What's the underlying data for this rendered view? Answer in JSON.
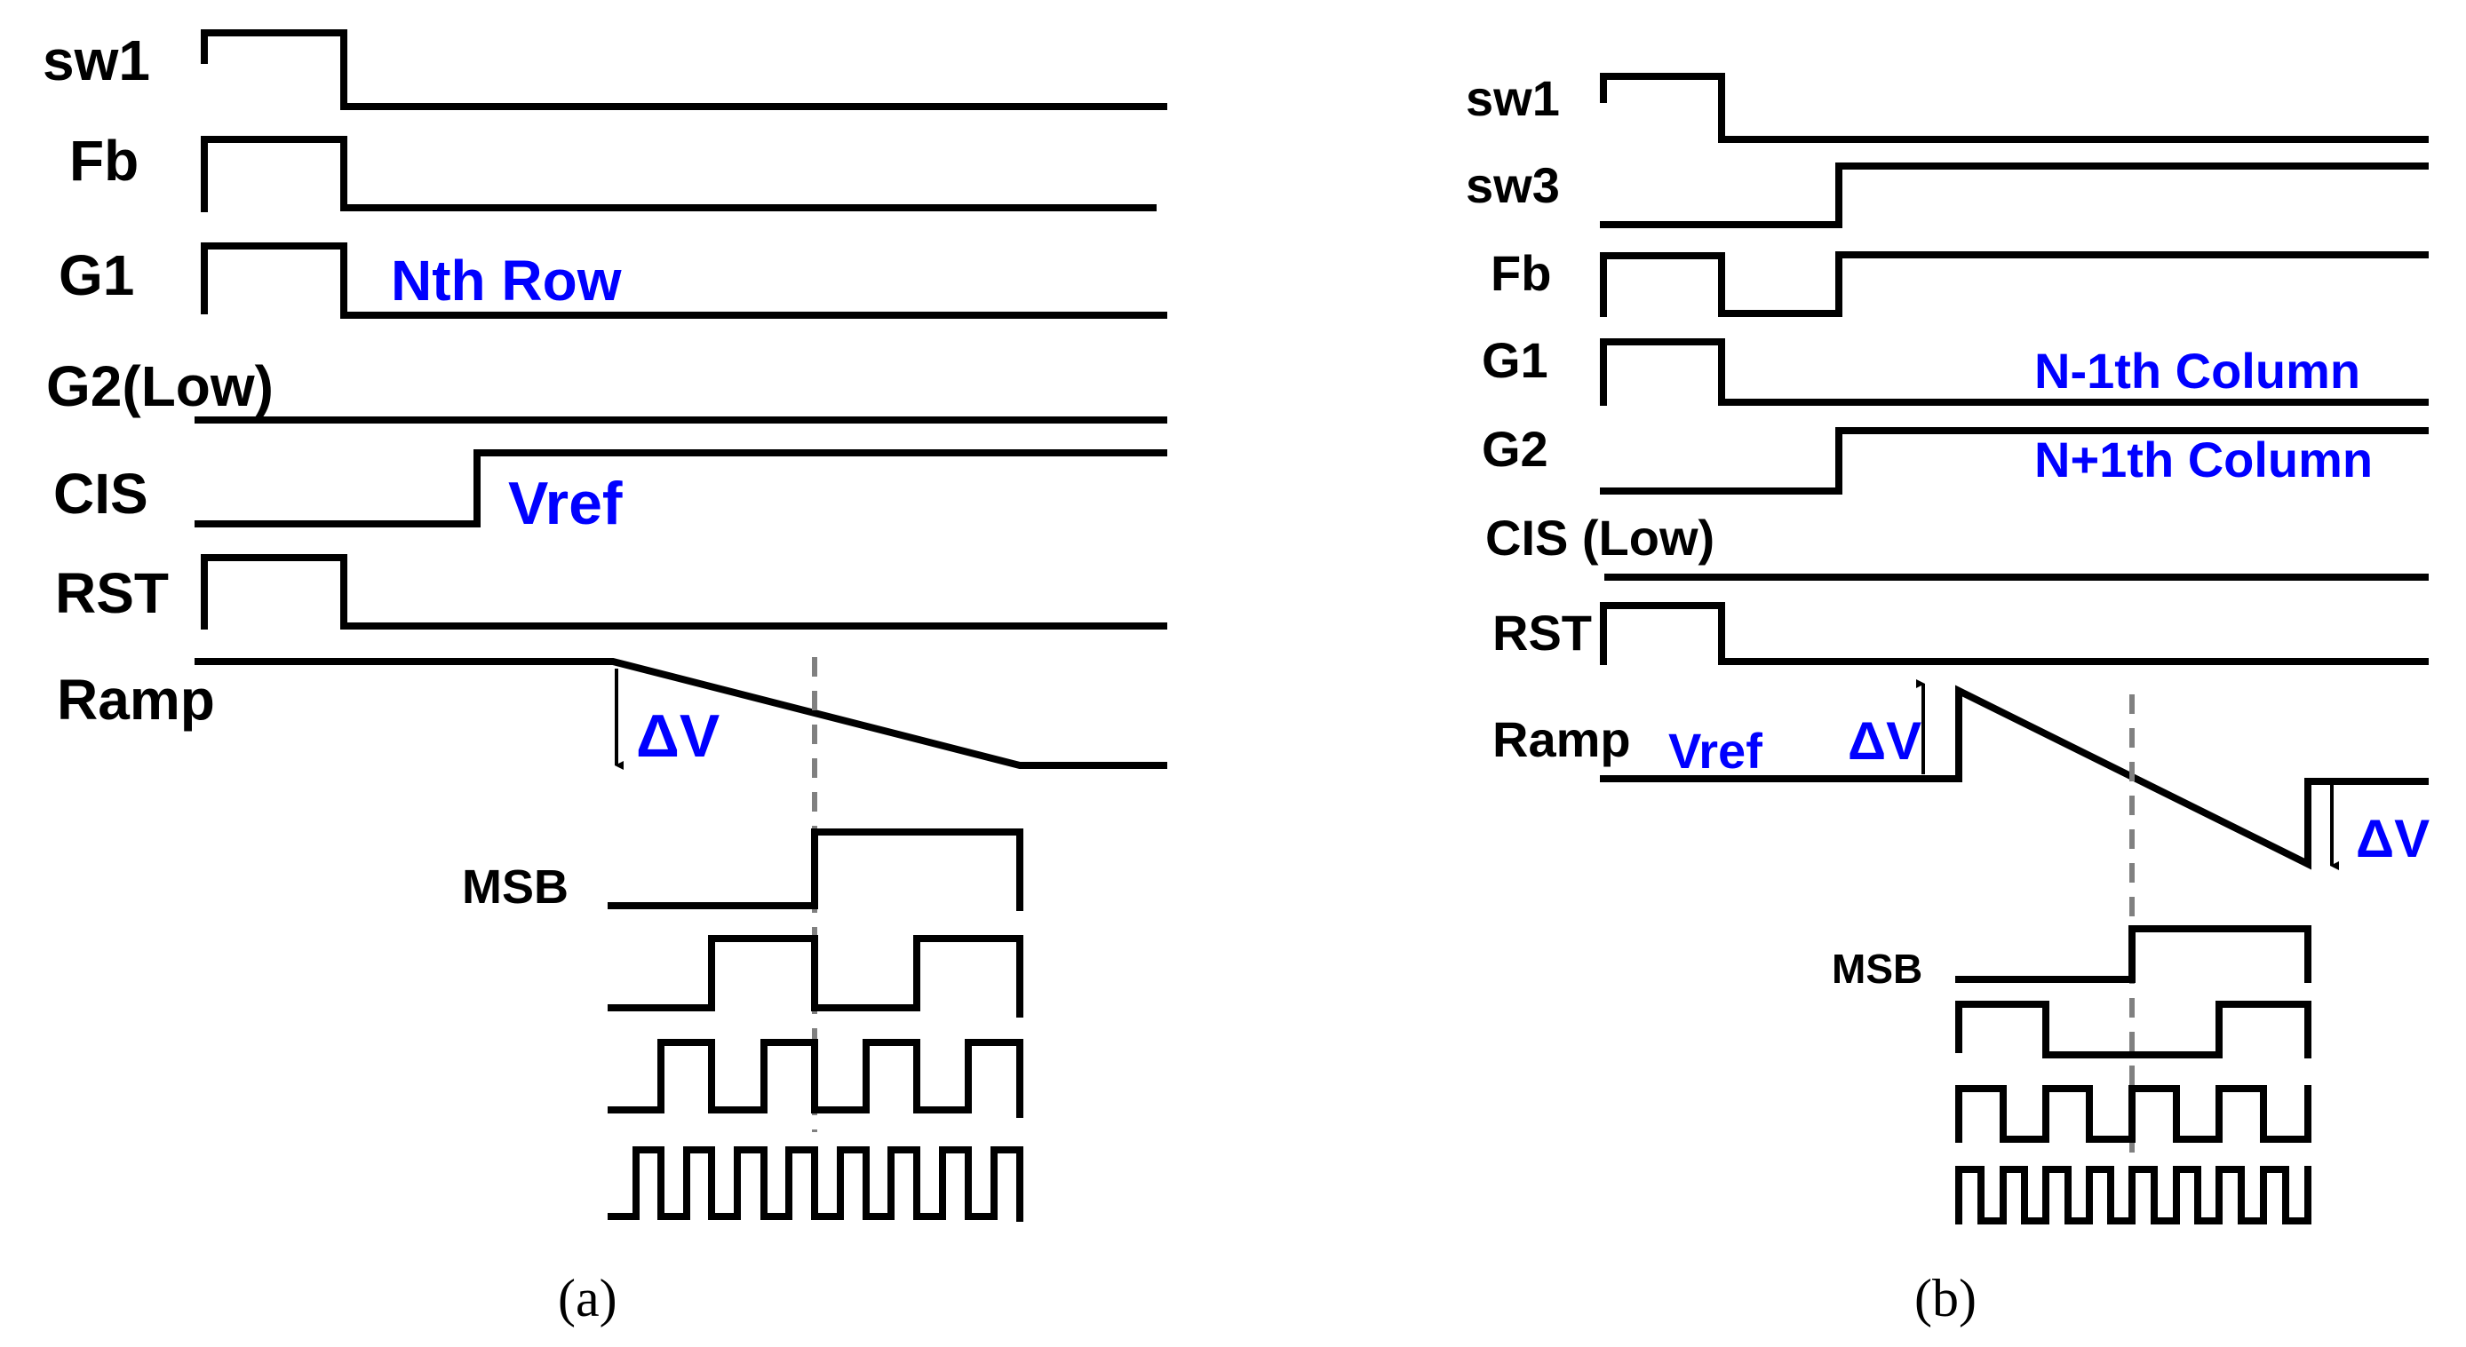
{
  "colors": {
    "signal": "#000000",
    "annotation": "#0000ff",
    "cursor": "#808080"
  },
  "panel_a": {
    "caption": "(a)",
    "signals": {
      "sw1": "sw1",
      "fb": "Fb",
      "g1": "G1",
      "g2": "G2(Low)",
      "cis": "CIS",
      "rst": "RST",
      "ramp": "Ramp"
    },
    "annotations": {
      "row": "Nth Row",
      "vref": "Vref",
      "delta": "ΔV"
    },
    "counter": {
      "msb": "MSB"
    }
  },
  "panel_b": {
    "caption": "(b)",
    "signals": {
      "sw1": "sw1",
      "sw3": "sw3",
      "fb": "Fb",
      "g1": "G1",
      "g2": "G2",
      "cis": "CIS (Low)",
      "rst": "RST",
      "ramp": "Ramp"
    },
    "annotations": {
      "col_prev": "N-1th Column",
      "col_next": "N+1th Column",
      "vref": "Vref",
      "delta_up": "ΔV",
      "delta_down": "ΔV"
    },
    "counter": {
      "msb": "MSB"
    }
  }
}
